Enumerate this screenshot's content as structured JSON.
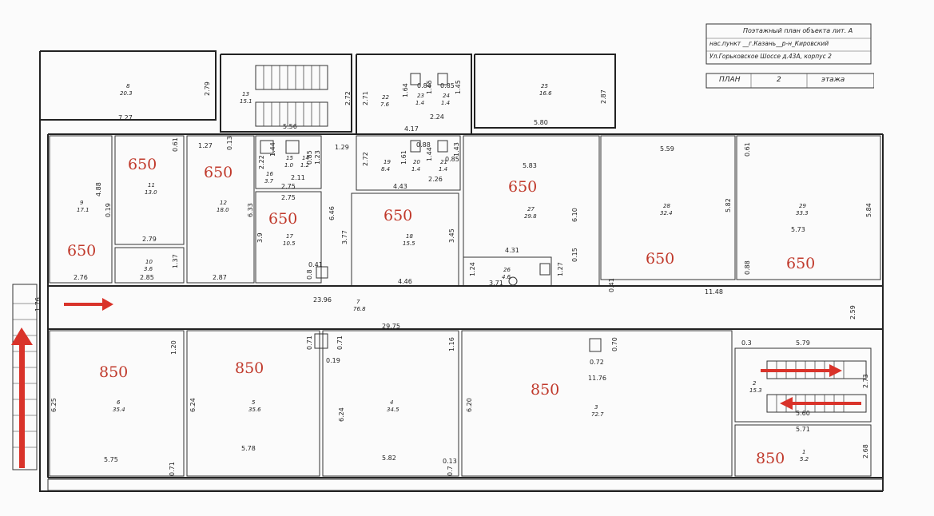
{
  "stamp": {
    "title": "Поэтажный план объекта лит. А",
    "line1": "нас.пункт __г.Казань__р-н_Кировский",
    "line2": "Ул.Горьковское Шоссе д.43А, корпус 2",
    "plan_label": "ПЛАН",
    "floor_no": "2",
    "floor_word": "этажа"
  },
  "rooms": [
    {
      "key": "r8",
      "label": "8",
      "area": "20.3"
    },
    {
      "key": "r13",
      "label": "13",
      "area": "15.1"
    },
    {
      "key": "r22",
      "label": "22",
      "area": "7.6"
    },
    {
      "key": "r23",
      "label": "23",
      "area": "1.4"
    },
    {
      "key": "r24",
      "label": "24",
      "area": "1.4"
    },
    {
      "key": "r25",
      "label": "25",
      "area": "16.6"
    },
    {
      "key": "r9",
      "label": "9",
      "area": "17.1"
    },
    {
      "key": "r11",
      "label": "11",
      "area": "13.0"
    },
    {
      "key": "r10",
      "label": "10",
      "area": "3.6"
    },
    {
      "key": "r12",
      "label": "12",
      "area": "18.0"
    },
    {
      "key": "r15",
      "label": "15",
      "area": "1.0"
    },
    {
      "key": "r14",
      "label": "14",
      "area": "1.2"
    },
    {
      "key": "r16",
      "label": "16",
      "area": "3.7"
    },
    {
      "key": "r17",
      "label": "17",
      "area": "10.5"
    },
    {
      "key": "r19",
      "label": "19",
      "area": "8.4"
    },
    {
      "key": "r20",
      "label": "20",
      "area": "1.4"
    },
    {
      "key": "r21",
      "label": "21",
      "area": "1.4"
    },
    {
      "key": "r18",
      "label": "18",
      "area": "15.5"
    },
    {
      "key": "r27",
      "label": "27",
      "area": "29.8"
    },
    {
      "key": "r26",
      "label": "26",
      "area": "4.6"
    },
    {
      "key": "r28",
      "label": "28",
      "area": "32.4"
    },
    {
      "key": "r29",
      "label": "29",
      "area": "33.3"
    },
    {
      "key": "r7",
      "label": "7",
      "area": "76.8"
    },
    {
      "key": "r6",
      "label": "6",
      "area": "35.4"
    },
    {
      "key": "r5",
      "label": "5",
      "area": "35.6"
    },
    {
      "key": "r4",
      "label": "4",
      "area": "34.5"
    },
    {
      "key": "r3",
      "label": "3",
      "area": "72.7"
    },
    {
      "key": "r2",
      "label": "2",
      "area": "15.3"
    },
    {
      "key": "r1",
      "label": "1",
      "area": "5.2"
    }
  ],
  "dimensions": [
    "7.27",
    "2.79",
    "5.56",
    "2.72",
    "2.71",
    "4.17",
    "1.64",
    "1.45",
    "0.84",
    "0.85",
    "1.45",
    "2.24",
    "5.80",
    "2.87",
    "1.27",
    "0.61",
    "0.13",
    "1.29",
    "2.72",
    "1.61",
    "0.88",
    "0.85",
    "1.44",
    "1.43",
    "4.43",
    "2.26",
    "5.83",
    "5.59",
    "0.61",
    "2.22",
    "1.44",
    "2.11",
    "2.75",
    "2.75",
    "1.23",
    "0.85",
    "4.88",
    "0.19",
    "6.33",
    "6.46",
    "3.77",
    "3.45",
    "6.10",
    "5.82",
    "5.84",
    "5.73",
    "3.9",
    "0.41",
    "0.8",
    "2.79",
    "2.85",
    "1.37",
    "2.76",
    "2.87",
    "4.46",
    "4.31",
    "1.24",
    "3.71",
    "1.27",
    "0.15",
    "0.41",
    "0.88",
    "11.48",
    "23.96",
    "1.76",
    "29.75",
    "2.59",
    "0.71",
    "0.71",
    "1.16",
    "0.70",
    "0.72",
    "11.76",
    "0.3",
    "5.79",
    "2.73",
    "1.20",
    "0.19",
    "6.25",
    "6.24",
    "6.24",
    "6.20",
    "5.75",
    "5.78",
    "5.82",
    "0.13",
    "0.7",
    "0.71",
    "5.60",
    "5.71",
    "2.68"
  ],
  "rent_marks": {
    "top": [
      "650",
      "650",
      "650",
      "650",
      "650",
      "650",
      "650",
      "650"
    ],
    "bottom": [
      "850",
      "850",
      "850",
      "850"
    ]
  },
  "colors": {
    "annotation": "#c0392b",
    "walls": "#222222"
  }
}
